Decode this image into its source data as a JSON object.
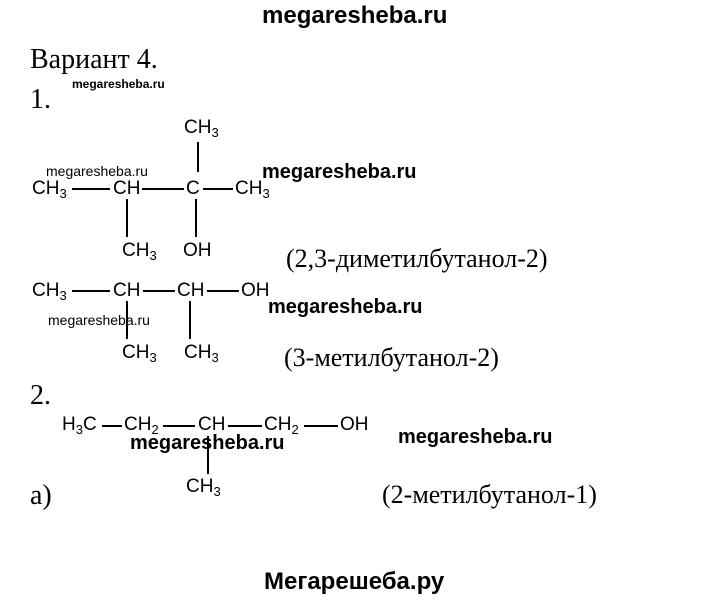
{
  "watermarks": {
    "top": "megaresheba.ru",
    "small": "megaresheba.ru",
    "bold": "megaresheba.ru"
  },
  "footer": "Мегарешеба.ру",
  "variant": "Вариант 4.",
  "task1": {
    "number": "1.",
    "molecule1": {
      "name": "(2,3-диметилбутанол-2)",
      "oh": "OH",
      "ch": "CH",
      "c": "C"
    },
    "molecule2": {
      "name": "(3-метилбутанол-2)",
      "ch": "CH",
      "oh": "OH"
    }
  },
  "task2": {
    "number": "2.",
    "option": "а)",
    "molecule": {
      "name": "(2-метилбутанол-1)",
      "ch": "CH",
      "oh": "OH"
    }
  }
}
